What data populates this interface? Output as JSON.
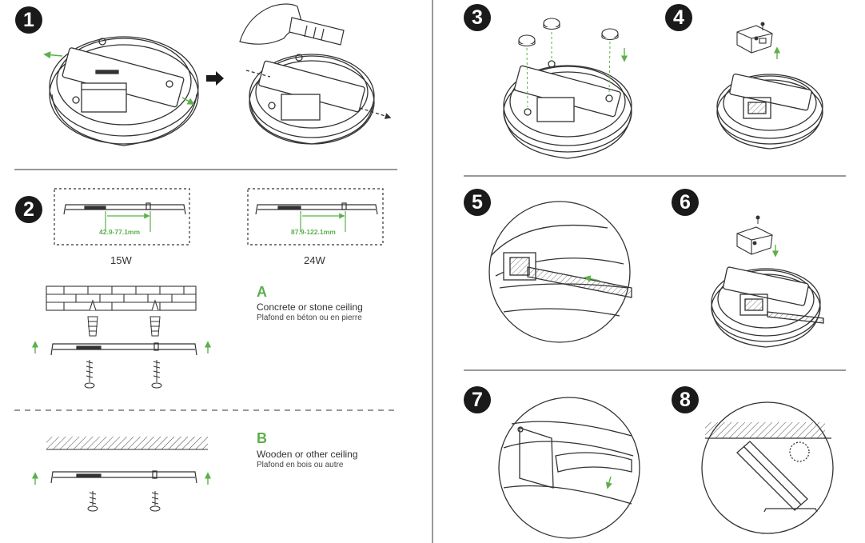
{
  "steps": [
    {
      "number": "1"
    },
    {
      "number": "2"
    },
    {
      "number": "3"
    },
    {
      "number": "4"
    },
    {
      "number": "5"
    },
    {
      "number": "6"
    },
    {
      "number": "7"
    },
    {
      "number": "8"
    }
  ],
  "mounting_plates": [
    {
      "power": "15W",
      "range": "42.9-77.1mm"
    },
    {
      "power": "24W",
      "range": "87.9-122.1mm"
    }
  ],
  "ceiling_options": [
    {
      "letter": "A",
      "label_en": "Concrete or stone ceiling",
      "label_fr": "Plafond en béton ou en pierre"
    },
    {
      "letter": "B",
      "label_en": "Wooden or other ceiling",
      "label_fr": "Plafond en bois ou autre"
    }
  ],
  "colors": {
    "accent": "#5bb04a",
    "ink": "#1a1a1a",
    "line": "#333333"
  }
}
